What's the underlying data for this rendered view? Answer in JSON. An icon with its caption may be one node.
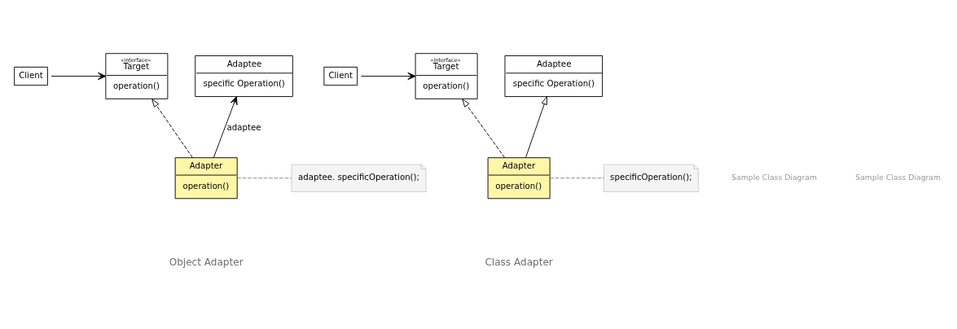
{
  "diagram": {
    "nodes": [
      {
        "text": [
          "Client"
        ]
      },
      {
        "text": [
          "«interface»",
          "Target",
          "operation()"
        ]
      },
      {
        "text": [
          "Adaptee",
          "specific Operation()"
        ]
      },
      {
        "text": [
          "Adapter",
          "operation()"
        ]
      },
      {
        "text": [
          "adaptee. specificOperation();"
        ]
      },
      {
        "text": [
          "Client"
        ]
      },
      {
        "text": [
          "«interface»",
          "Target",
          "operation()"
        ]
      },
      {
        "text": [
          "Adaptee",
          "specific Operation()"
        ]
      },
      {
        "text": [
          "Adapter",
          "operation()"
        ]
      },
      {
        "text": [
          "specificOperation();"
        ]
      }
    ],
    "edges": [
      {
        "from": 0,
        "to": 1,
        "arrow": "to"
      },
      {
        "from": 3,
        "to": 1,
        "arrow": "to",
        "style": "dashed"
      },
      {
        "from": 3,
        "to": 2,
        "arrow": "to",
        "label": "adaptee"
      },
      {
        "from": 3,
        "to": 4,
        "arrow": "none",
        "style": "dashed",
        "color": "#808080"
      },
      {
        "from": 5,
        "to": 6,
        "arrow": "to"
      },
      {
        "from": 8,
        "to": 6,
        "arrow": "to",
        "style": "dashed"
      },
      {
        "from": 8,
        "to": 7,
        "arrow": "to"
      },
      {
        "from": 8,
        "to": 9,
        "arrow": "none",
        "style": "dashed",
        "color": "#808080"
      }
    ],
    "labels": [
      "Object Adapter",
      "Sample Class Diagram",
      "Class Adapter",
      "Sample Class Diagram"
    ]
  }
}
